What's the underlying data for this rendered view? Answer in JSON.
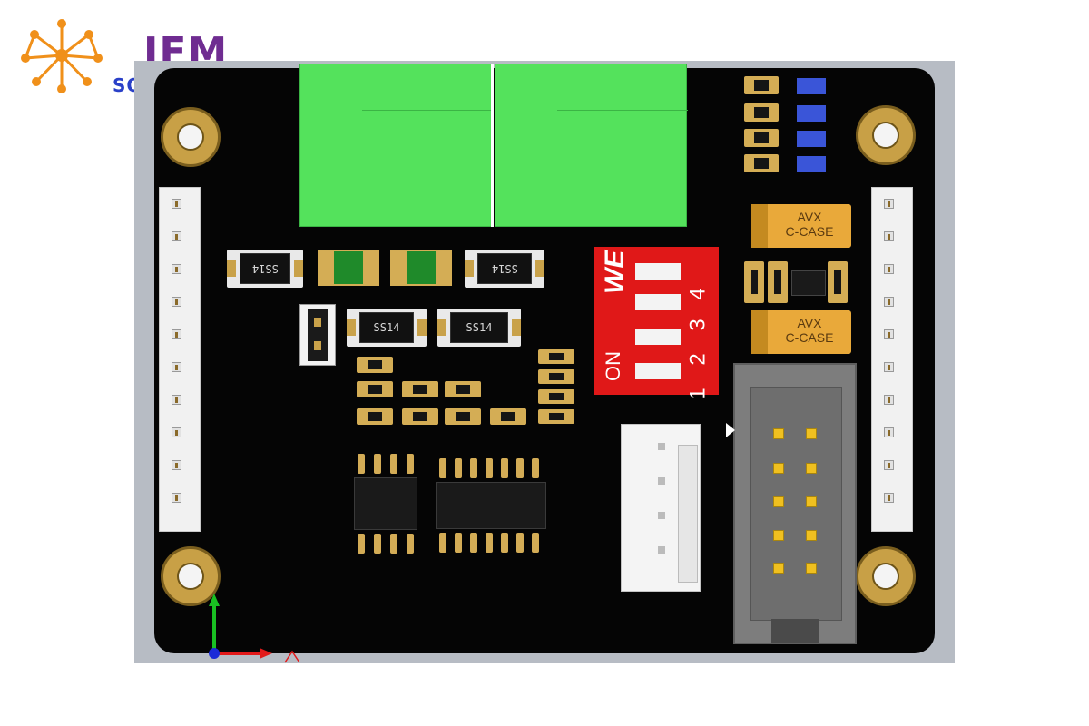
{
  "logo": {
    "line1": "IFM",
    "line2": "SOLUTIONS"
  },
  "components": {
    "diode_labels": [
      "SS14",
      "SS14",
      "SS14",
      "SS14"
    ],
    "capacitor_top": {
      "line1": "AVX",
      "line2": "C-CASE"
    },
    "capacitor_bottom": {
      "line1": "AVX",
      "line2": "C-CASE"
    },
    "dip_switch": {
      "brand": "WE",
      "on_label": "ON",
      "numbers": [
        "1",
        "2",
        "3",
        "4"
      ]
    }
  },
  "colors": {
    "board": "#050505",
    "terminal_block": "#54e25c",
    "dip_switch": "#e01818",
    "gold": "#c8a046"
  }
}
